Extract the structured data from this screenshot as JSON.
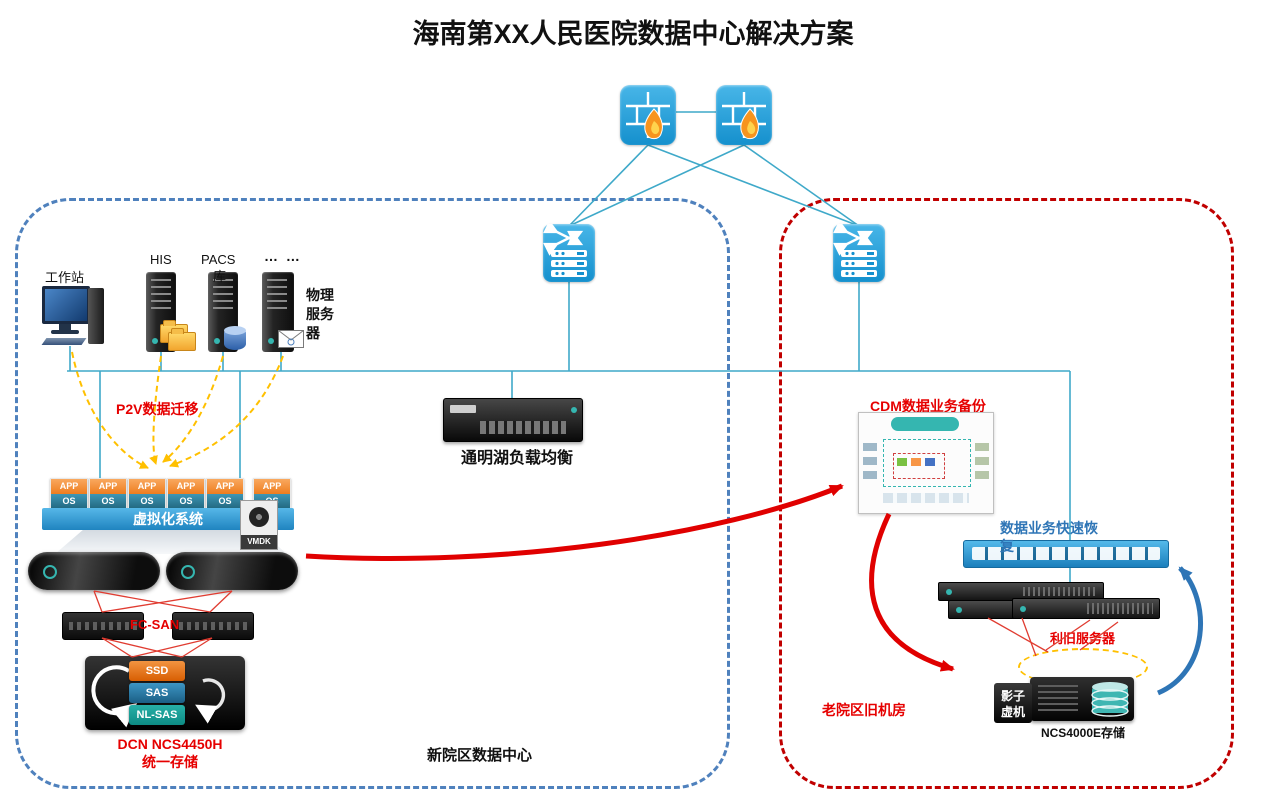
{
  "title": "海南第XX人民医院数据中心解决方案",
  "colors": {
    "icon_blue": "#1e9ad6",
    "connector_teal": "#3fa9c9",
    "left_zone_border": "#4f81bd",
    "right_zone_border": "#c00000",
    "red_text": "#e60000",
    "arrow_red": "#e00000",
    "arrow_blue": "#2e75b6",
    "p2v_yellow": "#ffc000",
    "virtualization_blue": "#2e9bd6",
    "app_orange": "#f79646",
    "os_teal": "#31849b",
    "ssd_orange": "#e8762b",
    "sas_blue": "#2c7fa8",
    "nlsas_teal": "#18a09a"
  },
  "left_zone": {
    "label": "新院区数据中心",
    "workstation_label": "工作站",
    "his_label": "HIS",
    "pacs_label": "PACS",
    "pacs_sub": "库",
    "dots": "… …",
    "physical_server_label": "物理服务器",
    "p2v_label": "P2V数据迁移",
    "app_label": "APP",
    "os_label": "OS",
    "virtualization_label": "虚拟化系统",
    "vmdk_label": "VMDK",
    "fcsan_label": "FC-SAN",
    "tiers": [
      "SSD",
      "SAS",
      "NL-SAS"
    ],
    "storage_line1": "DCN NCS4450H",
    "storage_line2": "统一存储"
  },
  "center": {
    "load_balancer_label": "通明湖负载均衡"
  },
  "right_zone": {
    "label": "老院区旧机房",
    "cdm_label": "CDM数据业务备份",
    "recovery_label": "数据业务快速恢复",
    "reuse_label": "利旧服务器",
    "shadow_vm_label": "影子虚机",
    "storage_label": "NCS4000E存储"
  }
}
